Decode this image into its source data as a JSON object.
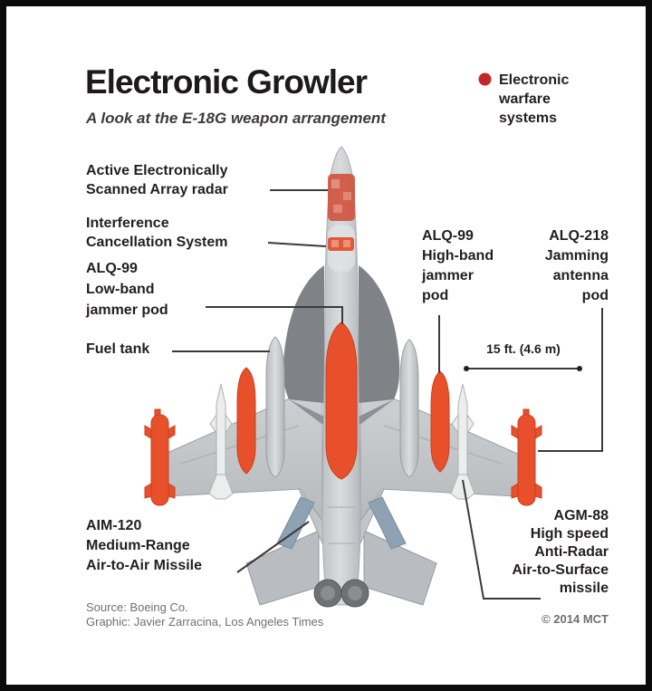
{
  "title": "Electronic Growler",
  "subtitle": "A look at the E-18G weapon arrangement",
  "legend": {
    "label": "Electronic\nwarfare\nsystems",
    "dot_color": "#c4262c"
  },
  "callouts": {
    "aesa": "Active Electronically\nScanned Array radar",
    "ics": "Interference\nCancellation System",
    "alq99_low": "ALQ-99\nLow-band\njammer pod",
    "fuel_tank": "Fuel tank",
    "alq99_high": "ALQ-99\nHigh-band\njammer\npod",
    "alq218": "ALQ-218\nJamming\nantenna\npod",
    "scale": "15 ft. (4.6 m)",
    "aim120": "AIM-120\nMedium-Range\nAir-to-Air Missile",
    "agm88": "AGM-88\nHigh speed\nAnti-Radar\nAir-to-Surface\nmissile"
  },
  "footer": {
    "source": "Source: Boeing Co.",
    "credit": "Graphic: Javier Zarracina, Los Angeles Times",
    "copyright": "© 2014 MCT"
  },
  "colors": {
    "ew_orange": "#e8502b",
    "legend_red": "#c4262c",
    "radar_red": "#cf4f38",
    "text": "#231f20",
    "muted": "#6f7072"
  }
}
